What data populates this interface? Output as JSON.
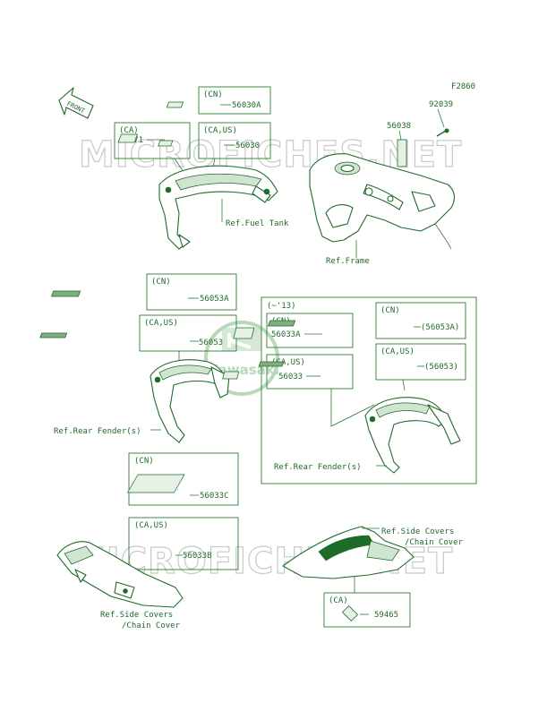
{
  "diagram": {
    "figure_code": "F2860",
    "front_marker": "FRONT",
    "watermark": "MICROFICHES.NET",
    "logo_text": "Kawasaki"
  },
  "callouts": {
    "cn_56030a": {
      "group": "(CN)",
      "part": "56030A"
    },
    "ca_56071": {
      "group": "(CA)",
      "part": "56071"
    },
    "caus_56030": {
      "group": "(CA,US)",
      "part": "56030"
    },
    "p56038": "56038",
    "p92039": "92039",
    "cn_56053a": {
      "group": "(CN)",
      "part": "56053A"
    },
    "caus_56053": {
      "group": "(CA,US)",
      "part": "56053"
    },
    "y13": {
      "title": "(~'13)",
      "cn_56033a": {
        "group": "(CN)",
        "part": "56033A"
      },
      "caus_56033": {
        "group": "(CA,US)",
        "part": "56033"
      },
      "cn_56053a": {
        "group": "(CN)",
        "part": "(56053A)"
      },
      "caus_56053": {
        "group": "(CA,US)",
        "part": "(56053)"
      }
    },
    "cn_56033c": {
      "group": "(CN)",
      "part": "56033C"
    },
    "caus_56033b": {
      "group": "(CA,US)",
      "part": "56033B"
    },
    "ca_59465": {
      "group": "(CA)",
      "part": "59465"
    }
  },
  "refs": {
    "fuel_tank": "Ref.Fuel Tank",
    "frame": "Ref.Frame",
    "rear_fender_left": "Ref.Rear Fender(s)",
    "rear_fender_right": "Ref.Rear Fender(s)",
    "side_covers_left_1": "Ref.Side Covers",
    "side_covers_left_2": "/Chain Cover",
    "side_covers_right_1": "Ref.Side Covers",
    "side_covers_right_2": "/Chain Cover"
  }
}
